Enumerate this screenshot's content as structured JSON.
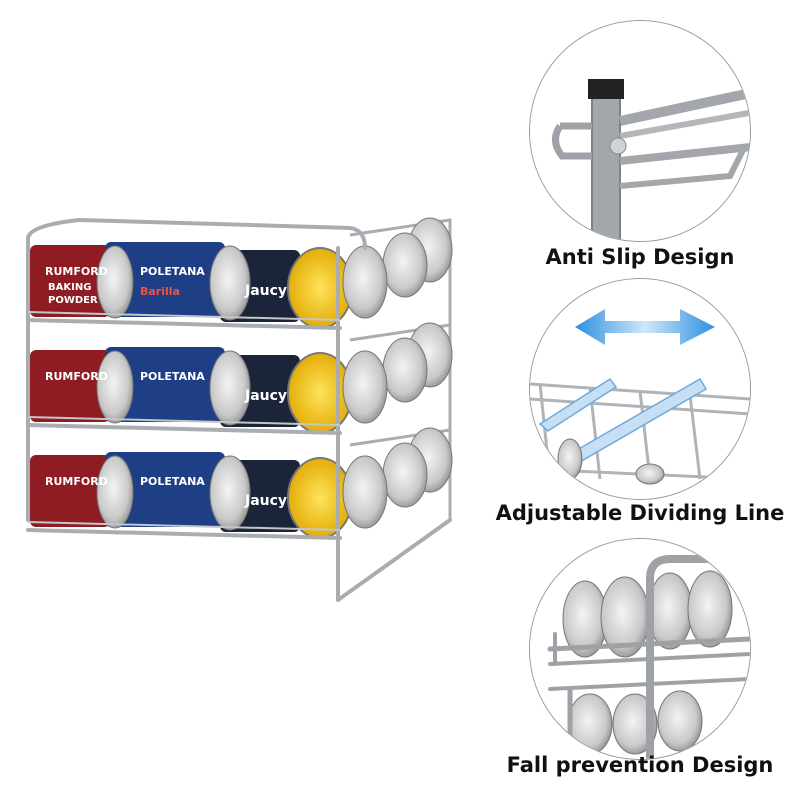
{
  "features": [
    {
      "icon": "anti-slip-foot",
      "caption": "Anti Slip Design"
    },
    {
      "icon": "double-arrow",
      "caption": "Adjustable Dividing Line"
    },
    {
      "icon": "rail",
      "caption": "Fall prevention Design"
    }
  ],
  "product_labels": {
    "brand_1": "RUMFORD",
    "brand_1_line2": "BAKING",
    "brand_1_line3": "POWDER",
    "brand_2": "Barilla",
    "brand_2_product": "POLETANA",
    "brand_3": "Jaucy"
  },
  "colors": {
    "rack_silver": "#a9adb2",
    "can_red": "#8e1c22",
    "can_blue": "#1e3f86",
    "can_navy": "#1b2438",
    "corn_yellow": "#f3c21b",
    "arrow_blue": "#2e8fe0"
  }
}
